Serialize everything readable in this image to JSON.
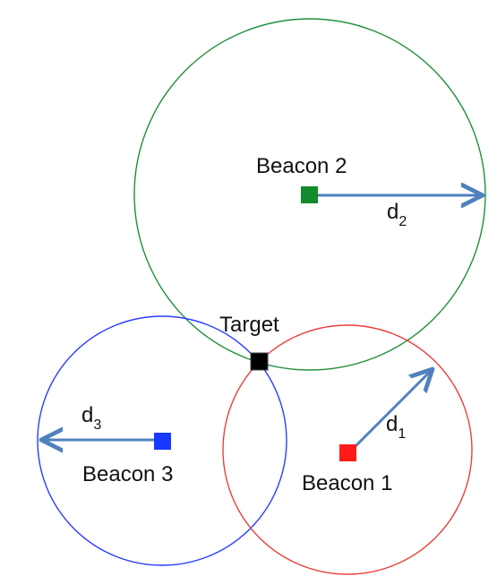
{
  "diagram": {
    "target_label": "Target",
    "beacons": [
      {
        "id": "beacon-1",
        "label": "Beacon 1",
        "color": "#ff1a1a",
        "circle_color": "#e8403a"
      },
      {
        "id": "beacon-2",
        "label": "Beacon 2",
        "color": "#138a2b",
        "circle_color": "#1f8f3a"
      },
      {
        "id": "beacon-3",
        "label": "Beacon 3",
        "color": "#1638ff",
        "circle_color": "#2b3cff"
      }
    ],
    "distances": [
      {
        "id": "d1",
        "base": "d",
        "subscript": "1"
      },
      {
        "id": "d2",
        "base": "d",
        "subscript": "2"
      },
      {
        "id": "d3",
        "base": "d",
        "subscript": "3"
      }
    ],
    "arrow_color": "#4f81bd",
    "target_color": "#000000"
  }
}
